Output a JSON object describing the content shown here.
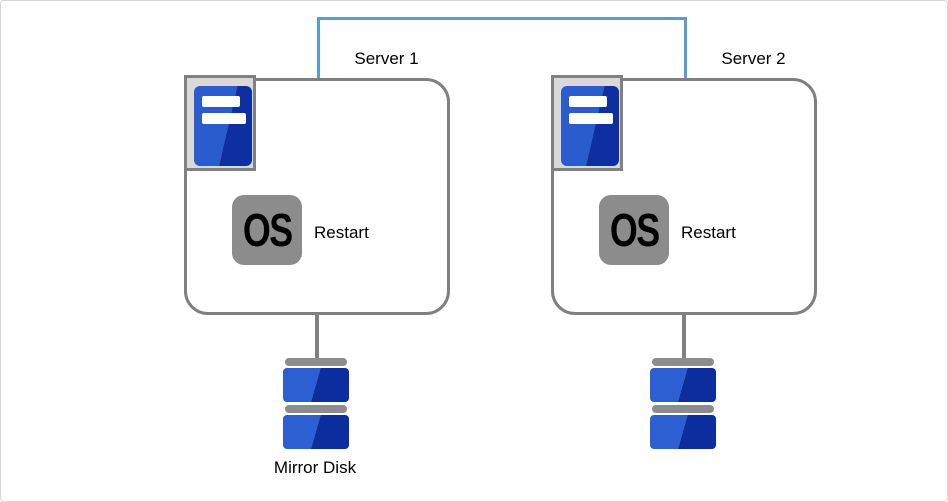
{
  "diagram": {
    "servers": [
      {
        "label": "Server 1",
        "os": "OS",
        "action": "Restart"
      },
      {
        "label": "Server 2",
        "os": "OS",
        "action": "Restart"
      }
    ],
    "disk_label": "Mirror Disk",
    "icons": {
      "server": "server-tower-icon",
      "os": "os-icon",
      "disk": "mirror-disk-icon"
    },
    "colors": {
      "interconnect_blue": "#5b9bd5",
      "outline_gray": "#808080",
      "os_badge_gray": "#8c8c8c",
      "icon_frame_gray": "#d9d9d9",
      "server_blue_light": "#2b5cce",
      "server_blue_dark": "#0d2fa2",
      "disk_blue_light": "#2e5fd2",
      "disk_blue_dark": "#0c2d9e"
    }
  }
}
